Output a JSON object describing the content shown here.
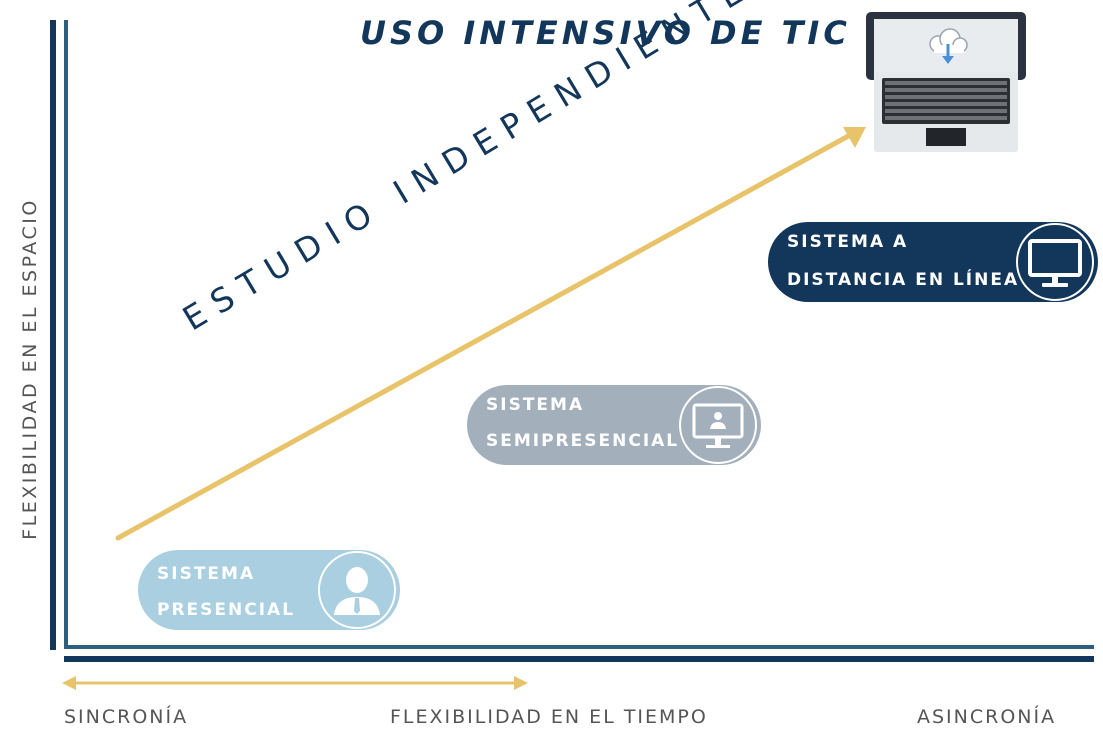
{
  "title": "USO INTENSIVO DE  TIC",
  "axes": {
    "y_label": "FLEXIBILIDAD EN EL ESPACIO",
    "x_label": "FLEXIBILIDAD EN EL TIEMPO",
    "x_left_label": "SINCRONÍA",
    "x_right_label": "ASINCRONÍA"
  },
  "arrow_label": "ESTUDIO INDEPENDIENTE",
  "systems": [
    {
      "line1": "SISTEMA",
      "line2": "PRESENCIAL",
      "icon": "person-icon",
      "color": "#a9cfe0"
    },
    {
      "line1": "SISTEMA",
      "line2": "SEMIPRESENCIAL",
      "icon": "monitor-person-icon",
      "color": "#a3b0bc"
    },
    {
      "line1": "SISTEMA A",
      "line2": "DISTANCIA EN LÍNEA",
      "icon": "monitor-icon",
      "color": "#13365b"
    }
  ],
  "colors": {
    "navy": "#13365b",
    "gold": "#e8c36a",
    "axis": "#1f4e6e"
  },
  "top_icon": "laptop-cloud-icon"
}
